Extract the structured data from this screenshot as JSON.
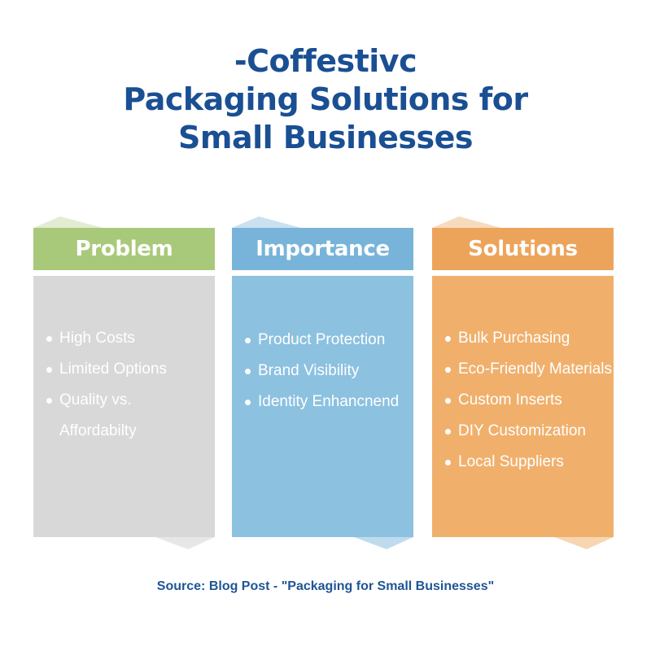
{
  "title": {
    "line1": "-Coffestivc",
    "line2": "Packaging Solutions for",
    "line3": "Small Businesses"
  },
  "columns": [
    {
      "id": "problem",
      "header": "Problem",
      "header_color": "#a9c97a",
      "body_color": "#d8d8d8",
      "items": [
        "High Costs",
        "Limited Options",
        "Quality vs.",
        "Affordabilty"
      ]
    },
    {
      "id": "importance",
      "header": "Importance",
      "header_color": "#78b4d9",
      "body_color": "#8cc1e0",
      "items": [
        "Product Protection",
        "Brand Visibility",
        "Identity Enhancnend"
      ]
    },
    {
      "id": "solutions",
      "header": "Solutions",
      "header_color": "#eca45a",
      "body_color": "#f0b06c",
      "items": [
        "Bulk Purchasing",
        "Eco-Friendly Materials",
        "Custom Inserts",
        "DIY Customization",
        "Local Suppliers"
      ]
    }
  ],
  "source": "Source: Blog Post - \"Packaging for Small Businesses\"",
  "colors": {
    "title": "#1a4f93",
    "source": "#1f5594"
  }
}
